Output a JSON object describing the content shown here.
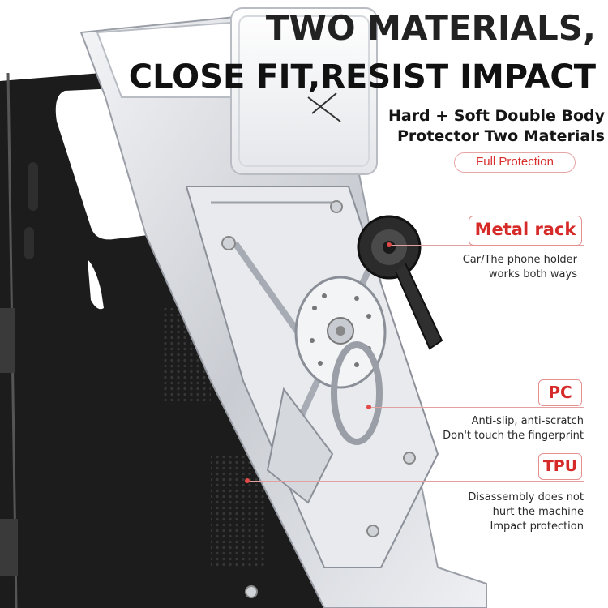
{
  "headline": {
    "line1": "TWO MATERIALS,",
    "line2": "CLOSE FIT,RESIST IMPACT"
  },
  "subheading": {
    "line1": "Hard + Soft Double Body",
    "line2": "Protector Two Materials"
  },
  "badge": {
    "label": "Full Protection"
  },
  "features": [
    {
      "tag": "Metal rack",
      "lines": [
        "Car/The phone holder",
        "works both ways"
      ]
    },
    {
      "tag": "PC",
      "lines": [
        "Anti-slip, anti-scratch",
        "Don't touch the fingerprint"
      ]
    },
    {
      "tag": "TPU",
      "lines": [
        "Disassembly does not",
        "hurt the machine",
        "Impact protection"
      ]
    }
  ],
  "colors": {
    "accent_red": "#d62a28",
    "tag_border": "#e58f8f",
    "case_black": "#1d1d1d",
    "case_silver": "#d9dbe0"
  },
  "icons": [
    "ring-holder-icon",
    "camera-slider-icon"
  ]
}
